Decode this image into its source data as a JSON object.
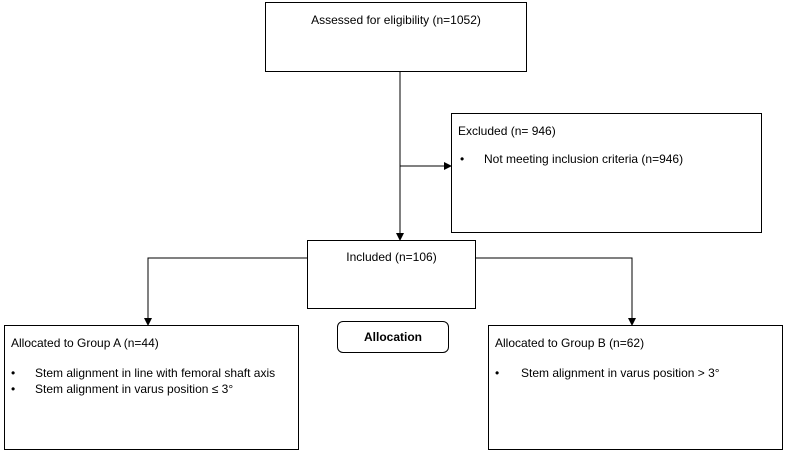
{
  "assessed": {
    "title": "Assessed for eligibility (n=1052)"
  },
  "excluded": {
    "title": "Excluded  (n= 946)",
    "items": [
      "Not meeting inclusion criteria (n=946)"
    ]
  },
  "included": {
    "title": "Included (n=106)"
  },
  "allocation_label": "Allocation",
  "group_a": {
    "title": "Allocated to Group A (n=44)",
    "items": [
      "Stem alignment in line with femoral shaft axis",
      "Stem alignment in varus position ≤ 3°"
    ]
  },
  "group_b": {
    "title": "Allocated to Group B (n=62)",
    "items": [
      "Stem alignment in varus position > 3°"
    ]
  },
  "colors": {
    "line": "#000000",
    "box_border": "#000000",
    "background": "#ffffff"
  }
}
